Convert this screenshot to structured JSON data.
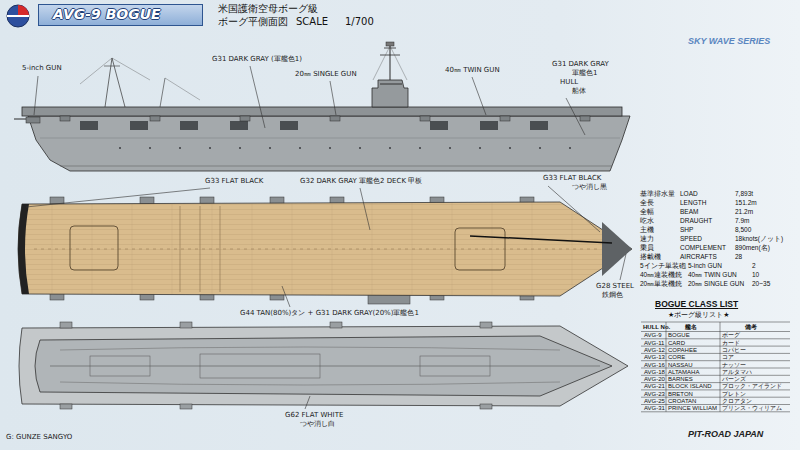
{
  "diagram": {
    "title": "AVG-9 BOGUE",
    "labels": [
      "米国護衛空母ボーグ級",
      "ボーグ平側面図",
      "SCALE",
      "1/700",
      "SKY WAVE SERIES",
      "5-inch GUN",
      "G31 DARK GRAY (軍艦色1)",
      "20㎜ SINGLE GUN",
      "40㎜ TWIN GUN",
      "G31 DARK GRAY",
      "軍艦色1",
      "HULL",
      "船体",
      "G33 FLAT BLACK",
      "G32 DARK GRAY 軍艦色2 DECK 甲板",
      "G33 FLAT BLACK",
      "つや消し黒",
      "G28 STEEL",
      "鉄鋼色",
      "G44 TAN(80%)タン + G31 DARK GRAY(20%)軍艦色1",
      "G62 FLAT WHITE",
      "つや消し白",
      "G: GUNZE SANGYO",
      "PIT-ROAD JAPAN",
      "基準排水量",
      "LOAD",
      "7,893t",
      "全長",
      "LENGTH",
      "151.2m",
      "全幅",
      "BEAM",
      "21.2m",
      "吃水",
      "DRAUGHT",
      "7.9m",
      "主機",
      "SHP",
      "8,500",
      "速力",
      "SPEED",
      "18knots(ノット)",
      "乗員",
      "COMPLEMENT",
      "890men(名)",
      "搭載機",
      "AIRCRAFTS",
      "28",
      "5インチ単装砲",
      "5-inch GUN",
      "2",
      "40㎜連装機銃",
      "40㎜ TWIN GUN",
      "10",
      "20㎜単装機銃",
      "20㎜ SINGLE GUN",
      "20~35",
      "BOGUE CLASS LIST",
      "★ボーグ級リスト★",
      "HULL No.",
      "艦名",
      "備考",
      "AVG-9",
      "BOGUE",
      "ボーグ",
      "AVG-11",
      "CARD",
      "カード",
      "AVG-12",
      "COPAHEE",
      "コパヒー",
      "AVG-13",
      "CORE",
      "コア",
      "AVG-16",
      "NASSAU",
      "ナッソー",
      "AVG-18",
      "ALTAMAHA",
      "アルタマハ",
      "AVG-20",
      "BARNES",
      "バーンズ",
      "AVG-21",
      "BLOCK ISLAND",
      "ブロック・アイランド",
      "AVG-23",
      "BRETON",
      "ブレトン",
      "AVG-25",
      "CROATAN",
      "クロアタン",
      "AVG-31",
      "PRINCE WILLIAM",
      "プリンス・ウィリアム"
    ]
  }
}
